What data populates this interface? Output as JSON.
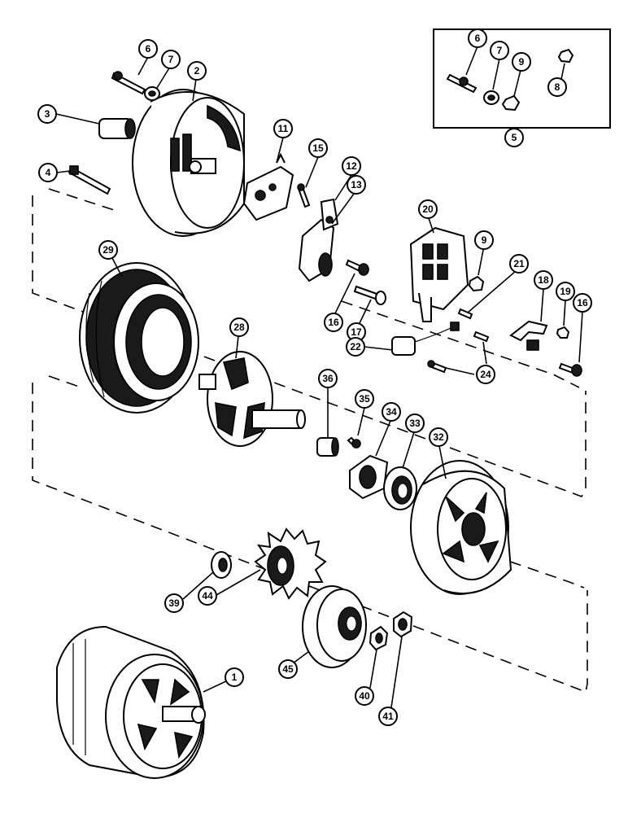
{
  "callouts": [
    {
      "id": "c6a",
      "label": "6"
    },
    {
      "id": "c7a",
      "label": "7"
    },
    {
      "id": "c2",
      "label": "2"
    },
    {
      "id": "c3",
      "label": "3"
    },
    {
      "id": "c4",
      "label": "4"
    },
    {
      "id": "c6b",
      "label": "6"
    },
    {
      "id": "c7b",
      "label": "7"
    },
    {
      "id": "c9a",
      "label": "9"
    },
    {
      "id": "c8",
      "label": "8"
    },
    {
      "id": "c5",
      "label": "5"
    },
    {
      "id": "c11",
      "label": "11"
    },
    {
      "id": "c15",
      "label": "15"
    },
    {
      "id": "c12",
      "label": "12"
    },
    {
      "id": "c13",
      "label": "13"
    },
    {
      "id": "c20",
      "label": "20"
    },
    {
      "id": "c9b",
      "label": "9"
    },
    {
      "id": "c21",
      "label": "21"
    },
    {
      "id": "c18",
      "label": "18"
    },
    {
      "id": "c19",
      "label": "19"
    },
    {
      "id": "c16a",
      "label": "16"
    },
    {
      "id": "c16b",
      "label": "16"
    },
    {
      "id": "c17",
      "label": "17"
    },
    {
      "id": "c22",
      "label": "22"
    },
    {
      "id": "c24",
      "label": "24"
    },
    {
      "id": "c29",
      "label": "29"
    },
    {
      "id": "c28",
      "label": "28"
    },
    {
      "id": "c36",
      "label": "36"
    },
    {
      "id": "c35",
      "label": "35"
    },
    {
      "id": "c34",
      "label": "34"
    },
    {
      "id": "c33",
      "label": "33"
    },
    {
      "id": "c32",
      "label": "32"
    },
    {
      "id": "c39",
      "label": "39"
    },
    {
      "id": "c44",
      "label": "44"
    },
    {
      "id": "c45",
      "label": "45"
    },
    {
      "id": "c1",
      "label": "1"
    },
    {
      "id": "c40",
      "label": "40"
    },
    {
      "id": "c41",
      "label": "41"
    }
  ]
}
